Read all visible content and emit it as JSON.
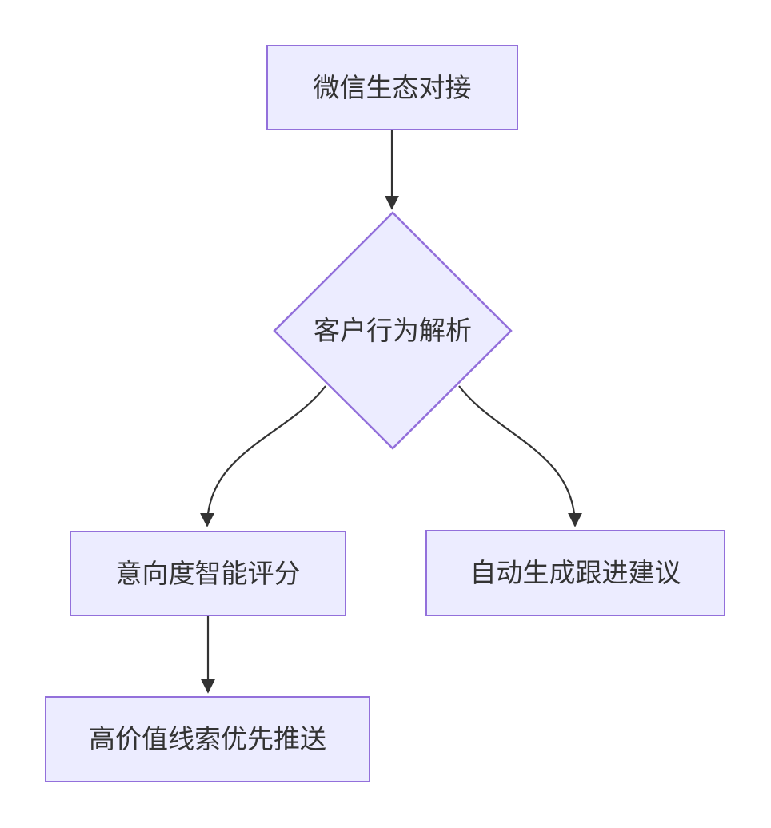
{
  "page": {
    "background": "#FFFFFF"
  },
  "diagram": {
    "type": "flowchart",
    "direction": "top-down",
    "colors": {
      "node_fill": "#ECECFF",
      "node_border": "#9370DB",
      "edge_line": "#333333",
      "arrowhead": "#333333",
      "text": "#333333",
      "background": "#FFFFFF"
    },
    "nodes": [
      {
        "id": "wechat-integration",
        "label": "微信生态对接",
        "shape": "rectangle"
      },
      {
        "id": "behavior-analysis",
        "label": "客户行为解析",
        "shape": "diamond"
      },
      {
        "id": "intent-scoring",
        "label": "意向度智能评分",
        "shape": "rectangle"
      },
      {
        "id": "followup-suggestion",
        "label": "自动生成跟进建议",
        "shape": "rectangle"
      },
      {
        "id": "lead-priority-push",
        "label": "高价值线索优先推送",
        "shape": "rectangle"
      }
    ],
    "edges": [
      {
        "from": "微信生态对接",
        "to": "客户行为解析",
        "arrow": "filled-triangle"
      },
      {
        "from": "客户行为解析",
        "to": "意向度智能评分",
        "arrow": "filled-triangle"
      },
      {
        "from": "客户行为解析",
        "to": "自动生成跟进建议",
        "arrow": "filled-triangle"
      },
      {
        "from": "意向度智能评分",
        "to": "高价值线索优先推送",
        "arrow": "filled-triangle"
      }
    ]
  }
}
